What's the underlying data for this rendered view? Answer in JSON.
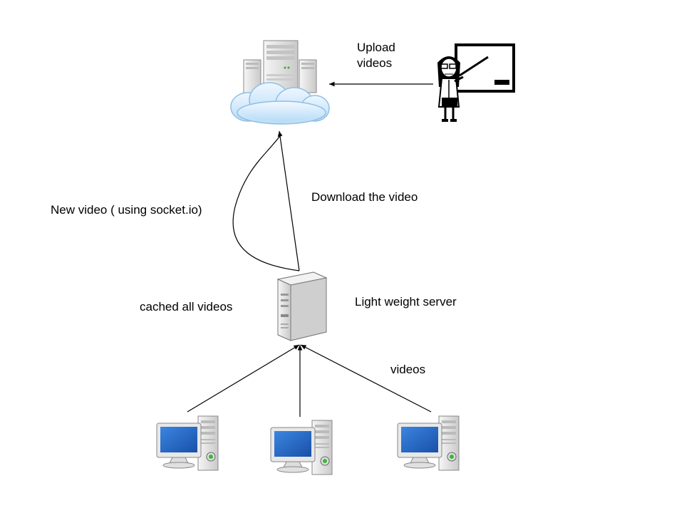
{
  "labels": {
    "upload_line1": "Upload",
    "upload_line2": "videos",
    "new_video": "New video ( using socket.io)",
    "download": "Download the video",
    "cached": "cached all videos",
    "light_server": "Light weight server",
    "videos": "videos"
  },
  "icons": {
    "cloud_servers": "cloud-server-icon",
    "teacher": "teacher-icon",
    "local_server": "server-tower-icon",
    "client_pc": "desktop-computer-icon"
  },
  "colors": {
    "cloud_fill": "#cfe7fb",
    "cloud_stroke": "#8fbfe4",
    "screen_blue": "#1f63c9",
    "server_gray": "#e4e4e4",
    "line": "#000000"
  }
}
